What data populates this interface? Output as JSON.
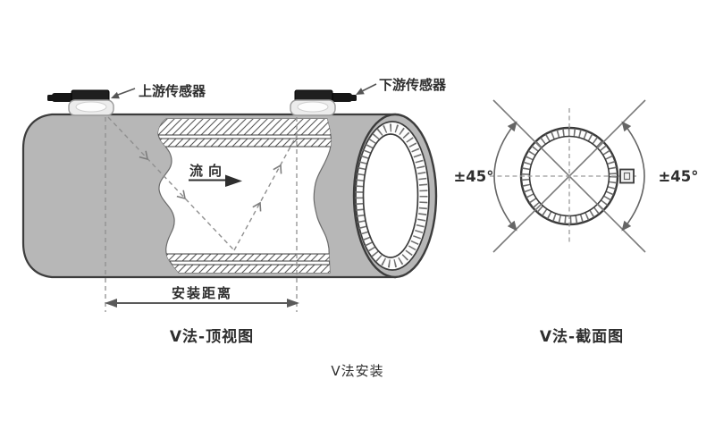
{
  "page": {
    "caption": "V法安装"
  },
  "top_view": {
    "title": "V法-顶视图",
    "upstream_sensor_label": "上游传感器",
    "downstream_sensor_label": "下游传感器",
    "flow_label": "流向",
    "install_distance_label": "安装距离"
  },
  "section_view": {
    "title": "V法-截面图",
    "angle_left_label": "±45°",
    "angle_right_label": "±45°"
  },
  "colors": {
    "pipe_gray": "#b7b7b7",
    "outline_dark": "#3c3c3c",
    "dashed_gray": "#8f8f8f",
    "sensor_black": "#1f1f1f",
    "sensor_base_gray": "#ececec",
    "caption_gray": "#b3b3b3"
  },
  "icons": {
    "callout-arrow-icon": "thin arrow pointing at sensor",
    "flow-direction-arrow-icon": "solid right triangle after underline",
    "install-distance-arrow-icon": "double-headed dimension arrow",
    "beam-direction-arrow-icon": "chevron along dashed ultrasonic path",
    "rotation-arc-arrow-icon": "curved double-ended arrow"
  }
}
